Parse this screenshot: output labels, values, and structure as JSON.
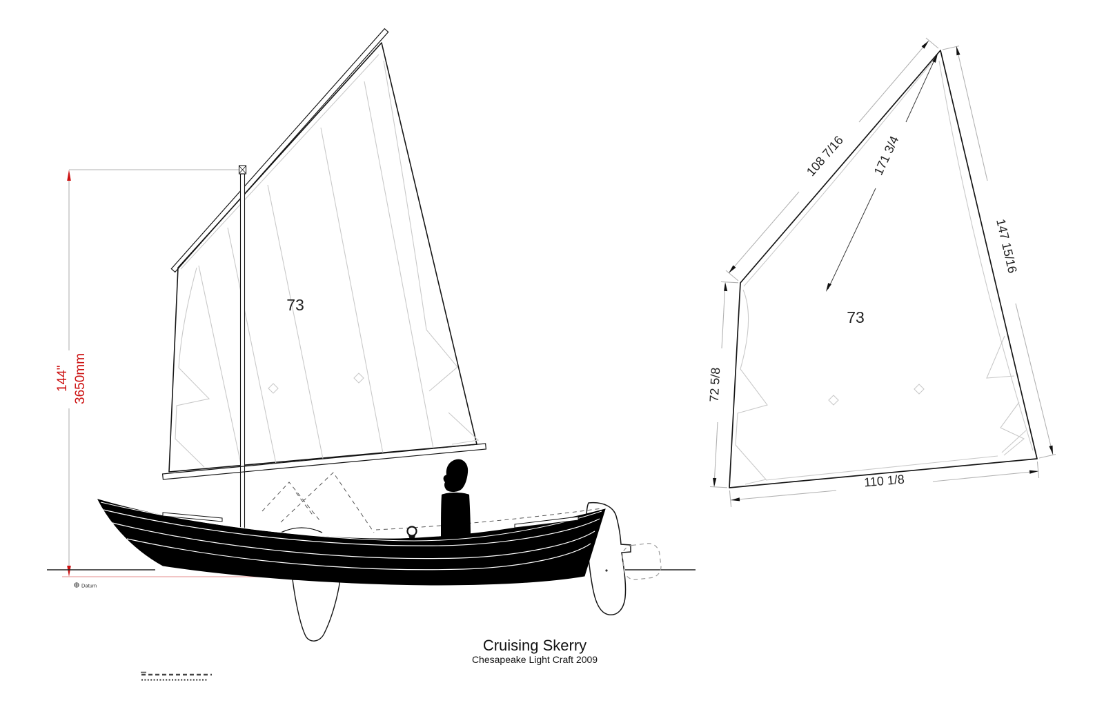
{
  "drawing": {
    "title": "Cruising Skerry",
    "subtitle": "Chesapeake Light Craft 2009",
    "colors": {
      "dimension_red": "#cc1111",
      "construction_gray": "#c9c9c9",
      "ink": "#111111"
    },
    "profile_view": {
      "sail_number": "73",
      "mast_height": {
        "imperial": "144\"",
        "metric": "3650mm"
      },
      "datum_label": "Datum"
    },
    "sail_plan": {
      "sail_number": "73",
      "dimensions": {
        "head": "108 7/16",
        "diagonal": "171 3/4",
        "leech": "147 15/16",
        "luff": "72 5/8",
        "foot": "110 1/8"
      }
    }
  }
}
